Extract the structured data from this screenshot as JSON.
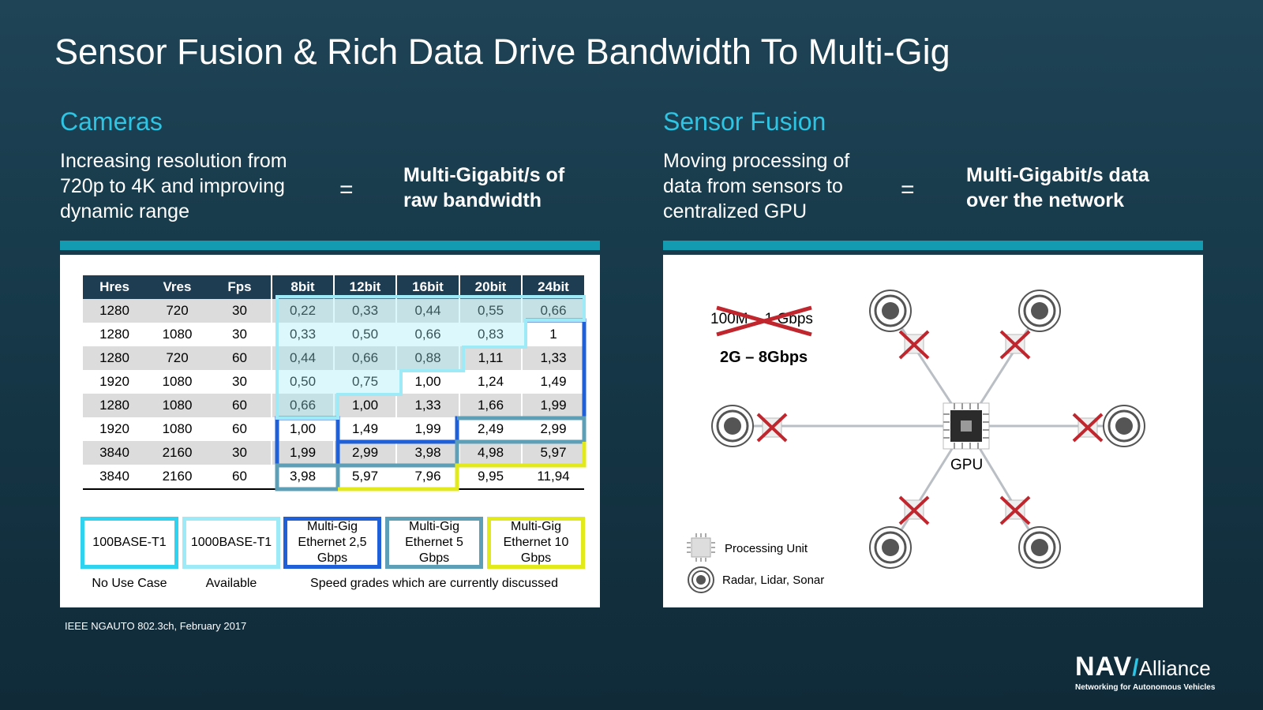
{
  "title": "Sensor Fusion & Rich Data Drive Bandwidth To Multi-Gig",
  "left": {
    "heading": "Cameras",
    "description_lines": [
      "Increasing resolution from",
      "720p to 4K and improving",
      "dynamic range"
    ],
    "equals": "=",
    "result_lines": [
      "Multi-Gigabit/s of",
      "raw bandwidth"
    ]
  },
  "right": {
    "heading": "Sensor Fusion",
    "description_lines": [
      "Moving processing of",
      "data from sensors to",
      "centralized GPU"
    ],
    "equals": "=",
    "result_lines": [
      "Multi-Gigabit/s data",
      "over the network"
    ]
  },
  "table": {
    "headers": [
      "Hres",
      "Vres",
      "Fps",
      "8bit",
      "12bit",
      "16bit",
      "20bit",
      "24bit"
    ],
    "rows": [
      [
        "1280",
        "720",
        "30",
        "0,22",
        "0,33",
        "0,44",
        "0,55",
        "0,66"
      ],
      [
        "1280",
        "1080",
        "30",
        "0,33",
        "0,50",
        "0,66",
        "0,83",
        "1"
      ],
      [
        "1280",
        "720",
        "60",
        "0,44",
        "0,66",
        "0,88",
        "1,11",
        "1,33"
      ],
      [
        "1920",
        "1080",
        "30",
        "0,50",
        "0,75",
        "1,00",
        "1,24",
        "1,49"
      ],
      [
        "1280",
        "1080",
        "60",
        "0,66",
        "1,00",
        "1,33",
        "1,66",
        "1,99"
      ],
      [
        "1920",
        "1080",
        "60",
        "1,00",
        "1,49",
        "1,99",
        "2,49",
        "2,99"
      ],
      [
        "3840",
        "2160",
        "30",
        "1,99",
        "2,99",
        "3,98",
        "4,98",
        "5,97"
      ],
      [
        "3840",
        "2160",
        "60",
        "3,98",
        "5,97",
        "7,96",
        "9,95",
        "11,94"
      ]
    ]
  },
  "legend": {
    "boxes": [
      {
        "label": "100BASE-T1",
        "color": "#2fd3ef"
      },
      {
        "label": "1000BASE-T1",
        "color": "#9feaf7"
      },
      {
        "label": "Multi-Gig Ethernet 2,5 Gbps",
        "color": "#1f5fd8"
      },
      {
        "label": "Multi-Gig Ethernet 5 Gbps",
        "color": "#5e9fb8"
      },
      {
        "label": "Multi-Gig Ethernet 10 Gbps",
        "color": "#e3ea1b"
      }
    ],
    "captions": [
      "No Use Case",
      "Available",
      "Speed grades which are currently discussed"
    ]
  },
  "source_note": "IEEE NGAUTO 802.3ch, February 2017",
  "diagram": {
    "old_speed": "100M – 1 Gbps",
    "new_speed": "2G – 8Gbps",
    "gpu_label": "GPU",
    "legend_processing": "Processing Unit",
    "legend_sensor": "Radar, Lidar, Sonar"
  },
  "logo": {
    "name_left": "NAV",
    "name_right": "Alliance",
    "tagline": "Networking for Autonomous Vehicles"
  }
}
